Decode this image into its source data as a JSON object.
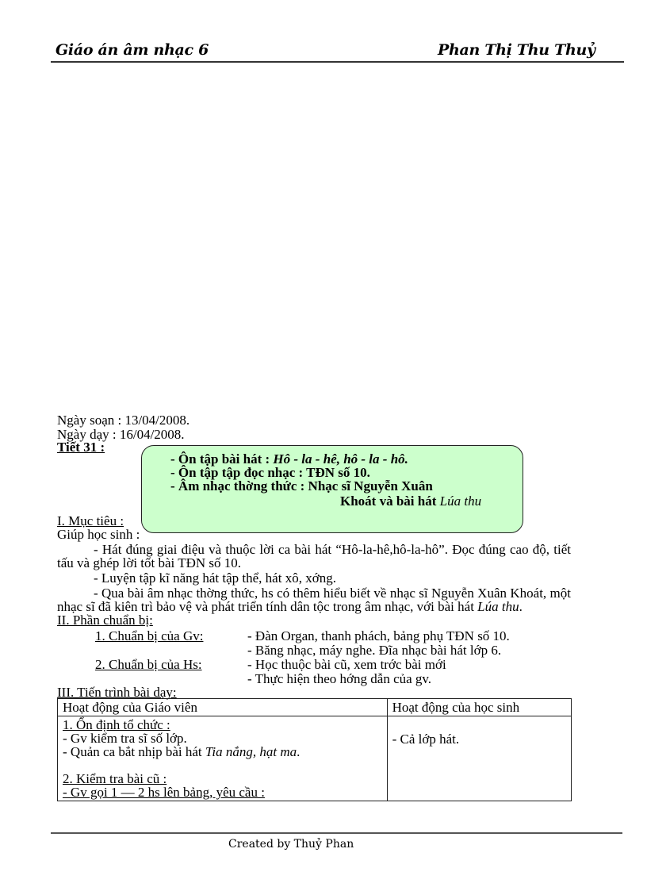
{
  "header": {
    "left": "Giáo án âm nhạc 6",
    "right": "Phan Thị Thu Thuỷ"
  },
  "meta": {
    "ngay_soan": "Ngày soạn : 13/04/2008.",
    "ngay_day": "Ngày dạy  : 16/04/2008.",
    "tiet": "Tiết 31 :"
  },
  "objectives_box": {
    "line1_label": "- Ôn tập bài hát : ",
    "line1_song": "Hô - la - hê, hô - la - hô.",
    "line2": "- Ôn tập tập đọc nhạc :   TĐN số 10.",
    "line3": "- Âm nhạc thờng   thức : Nhạc sĩ  Nguyễn Xuân",
    "line4_text": "Khoát và bài hát ",
    "line4_song": "Lúa thu",
    "fill_color": "#ccffcc"
  },
  "section1": {
    "title": "I. Mục tiêu :",
    "intro": "Giúp học sinh :",
    "item1_line1": "- Hát đúng giai  điệu và thuộc lời ca bài hát “Hô-la-hê,hô-la-hô”.  Đọc đúng cao độ, tiết",
    "item1_line2": "tấu và ghép lời tốt bài TĐN số 10.",
    "item2": "- Luyện tập kĩ năng hát tập thể, hát xô, xớng.",
    "item3_line1": "- Qua bài âm nhạc thờng   thức, hs có thêm hiểu biết về nhạc sĩ Nguyễn Xuân Khoát, một",
    "item3_line2_text": "nhạc sĩ đã kiên trì bảo vệ và phát triển tính dân tộc trong âm nhạc, với bài hát ",
    "item3_line2_song": "Lúa thu",
    "item3_line2_end": "."
  },
  "section2": {
    "title": "II. Phần chuẩn bị:",
    "gv_label": "1. Chuẩn bị của Gv:",
    "gv_items": [
      "- Đàn Organ, thanh phách, bảng phụ TĐN số 10.",
      "- Băng nhạc, máy nghe. Đĩa nhạc bài hát lớp 6."
    ],
    "hs_label": "2. Chuẩn bị của Hs:",
    "hs_items": [
      "- Học thuộc bài cũ, xem trớc   bài mới",
      "- Thực hiện theo hớng   dẫn của gv."
    ]
  },
  "section3": {
    "title": "III. Tiến trình bài dạy:",
    "table": {
      "headers": [
        "Hoạt động của Giáo viên",
        "Hoạt động của học sinh"
      ],
      "teacher": {
        "step1_title": "1. Ổn định tổ chức :",
        "step1_line1": "- Gv kiểm tra sĩ số lớp.",
        "step1_line2_text": "- Quản ca bắt nhịp bài hát ",
        "step1_line2_song": "Tia nắng, hạt ma",
        "step1_line2_end": ".",
        "step2_title": "2. Kiểm tra bài cũ :",
        "step2_line1": "- Gv gọi 1 — 2 hs  lên bảng, yêu cầu :"
      },
      "student": {
        "line1": "- Cả lớp hát."
      }
    }
  },
  "footer": {
    "text": "Created by Thuỷ Phan"
  }
}
